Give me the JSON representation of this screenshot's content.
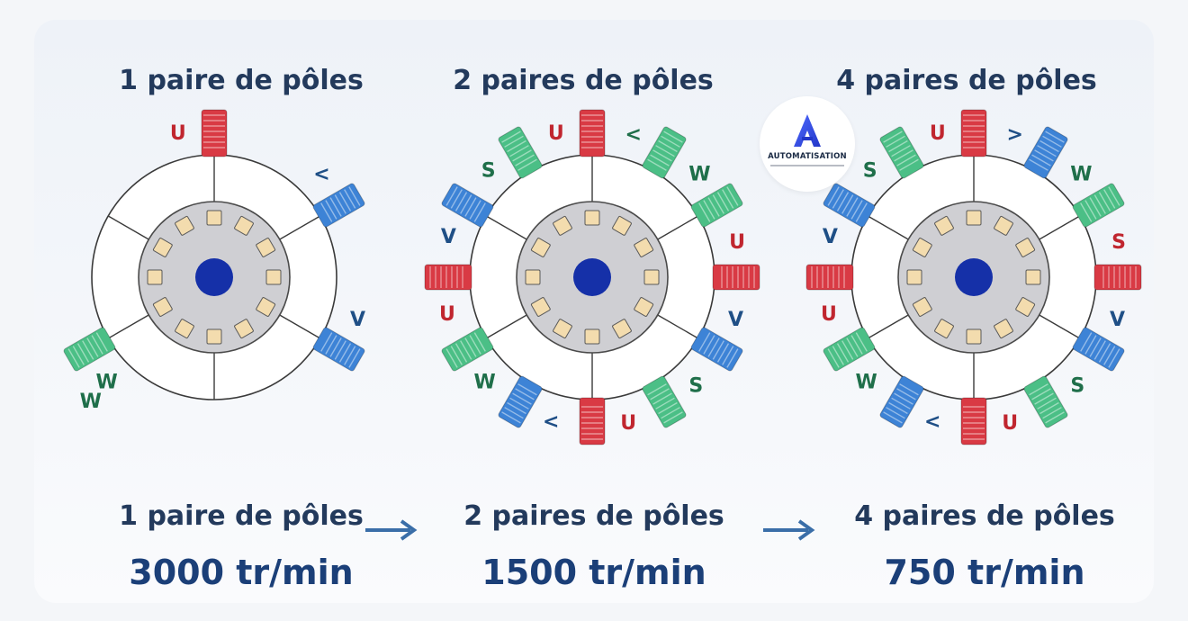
{
  "panels": [
    {
      "title": "1 paire de pôles",
      "coils": [
        {
          "letter": "U",
          "phase": "U",
          "angle": 0
        },
        {
          "letter": "<",
          "phase": "V",
          "angle": 60
        },
        {
          "letter": "W",
          "phase": "W",
          "angle": 240
        },
        {
          "letter": "V",
          "phase": "V",
          "angle": 120
        }
      ],
      "extra_labels": [
        {
          "text": "W",
          "angle": 225
        }
      ],
      "bottom_label": "1 paire de pôles",
      "speed": "3000 tr/min"
    },
    {
      "title": "2 paires de pôles",
      "coils": [
        {
          "letter": "U",
          "phase": "U",
          "angle": 0
        },
        {
          "letter": "<",
          "phase": "W",
          "angle": 30
        },
        {
          "letter": "W",
          "phase": "W",
          "angle": 60
        },
        {
          "letter": "U",
          "phase": "U",
          "angle": 90
        },
        {
          "letter": "V",
          "phase": "V",
          "angle": 120
        },
        {
          "letter": "S",
          "phase": "W",
          "angle": 150
        },
        {
          "letter": "U",
          "phase": "U",
          "angle": 180
        },
        {
          "letter": "<",
          "phase": "V",
          "angle": 210
        },
        {
          "letter": "W",
          "phase": "W",
          "angle": 240
        },
        {
          "letter": "U",
          "phase": "U",
          "angle": 270
        },
        {
          "letter": "V",
          "phase": "V",
          "angle": 300
        },
        {
          "letter": "S",
          "phase": "W",
          "angle": 330
        }
      ],
      "bottom_label": "2 paires de pôles",
      "speed": "1500 tr/min"
    },
    {
      "title": "4 paires de pôles",
      "coils": [
        {
          "letter": "U",
          "phase": "U",
          "angle": 0
        },
        {
          "letter": ">",
          "phase": "V",
          "angle": 30
        },
        {
          "letter": "W",
          "phase": "W",
          "angle": 60
        },
        {
          "letter": "S",
          "phase": "U",
          "angle": 90
        },
        {
          "letter": "V",
          "phase": "V",
          "angle": 120
        },
        {
          "letter": "S",
          "phase": "W",
          "angle": 150
        },
        {
          "letter": "U",
          "phase": "U",
          "angle": 180
        },
        {
          "letter": "<",
          "phase": "V",
          "angle": 210
        },
        {
          "letter": "W",
          "phase": "W",
          "angle": 240
        },
        {
          "letter": "U",
          "phase": "U",
          "angle": 270
        },
        {
          "letter": "V",
          "phase": "V",
          "angle": 300
        },
        {
          "letter": "S",
          "phase": "W",
          "angle": 330
        }
      ],
      "bottom_label": "4 paires de pôles",
      "speed": "750 tr/min"
    }
  ],
  "logo": {
    "letter": "A",
    "text": "AUTOMATISATION"
  },
  "colors": {
    "U": "#d93a44",
    "V": "#3d83d6",
    "W": "#4bbf86",
    "letter_U": "#c0262f",
    "letter_V": "#1f4f86",
    "letter_W": "#1f6f4a",
    "rotor": "#cfcfd3",
    "slot": "#f3dcae",
    "shaft": "#1530a8",
    "title": "#233a5c",
    "speed": "#1b3f78"
  },
  "icons": {
    "arrow": "right-arrow-icon",
    "logo": "automatisation-logo"
  }
}
